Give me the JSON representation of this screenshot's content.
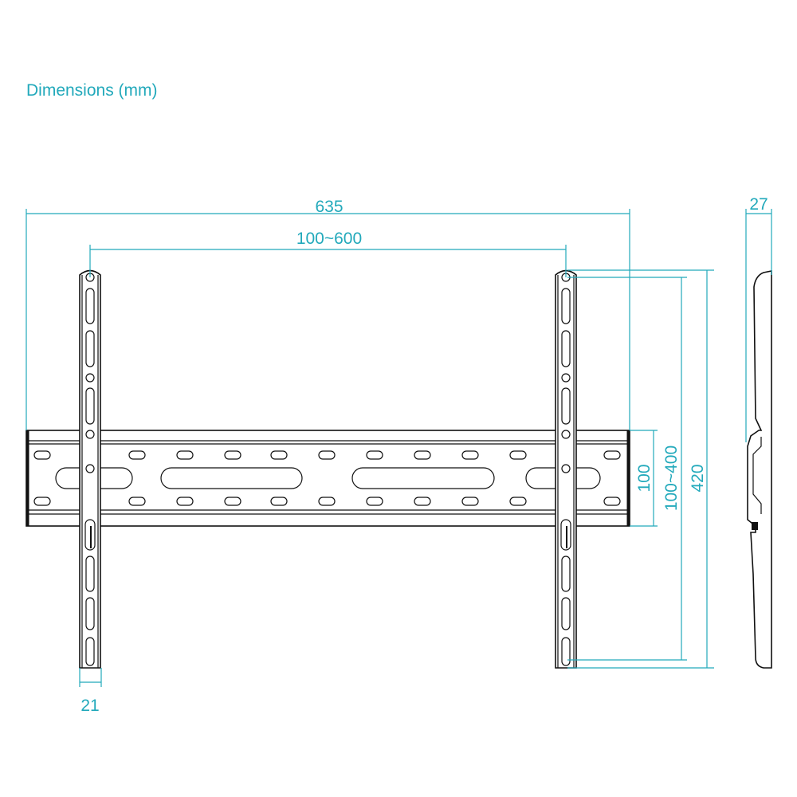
{
  "title": "Dimensions (mm)",
  "dimensions": {
    "overall_width": "635",
    "vesa_horizontal": "100~600",
    "rail_height": "100",
    "vesa_vertical": "100~400",
    "overall_height": "420",
    "arm_width": "21",
    "depth": "27"
  },
  "colors": {
    "dimension": "#22a9bb",
    "outline": "#111111"
  }
}
